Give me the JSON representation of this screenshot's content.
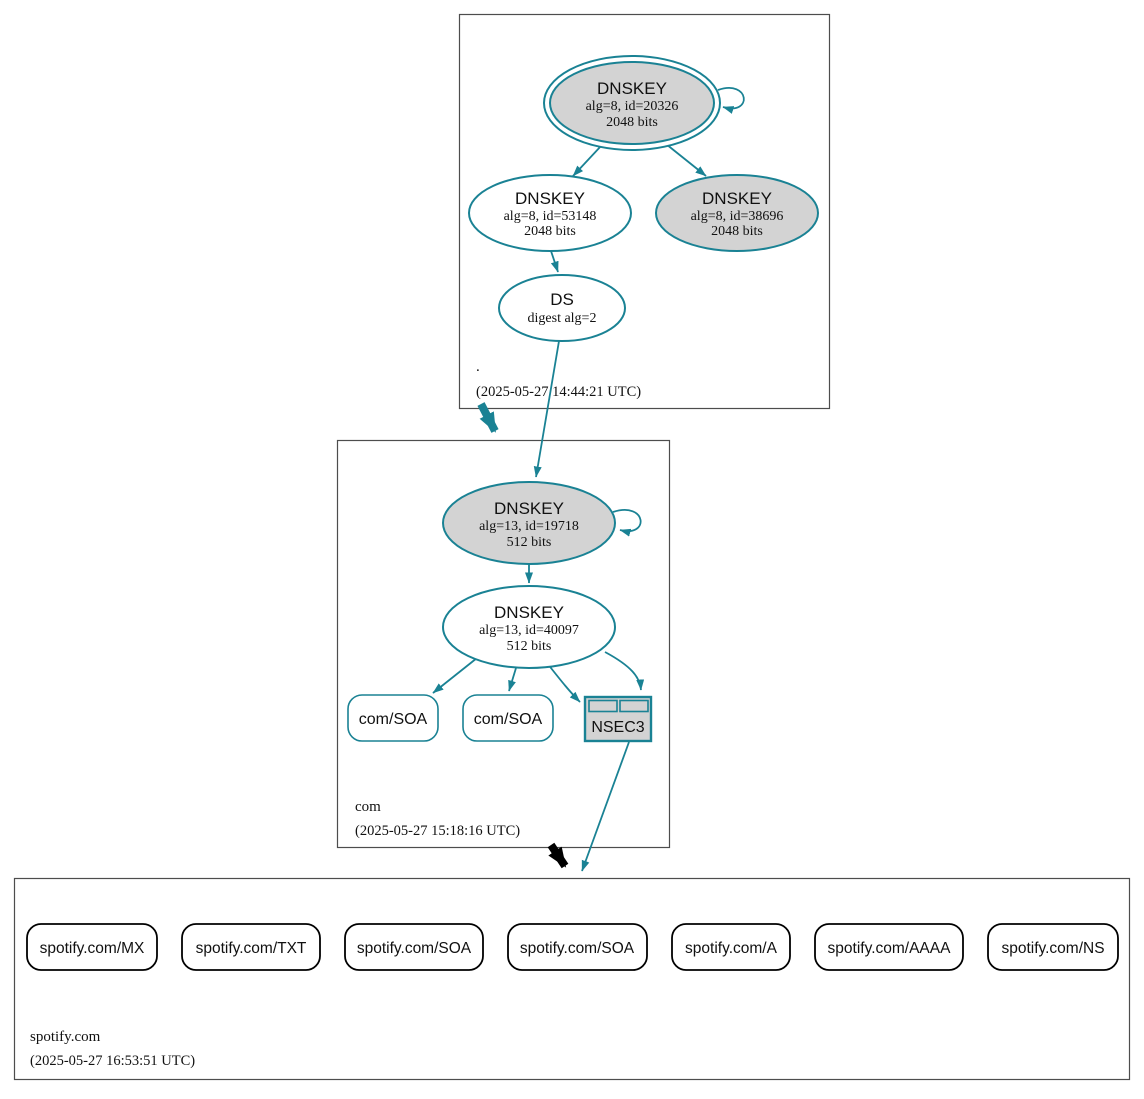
{
  "diagram": {
    "type": "dnssec-authentication-chain",
    "colors": {
      "secure_teal": "#1a8294",
      "insecure_black": "#000000",
      "node_fill_gray": "#d3d3d3",
      "node_fill_white": "#ffffff",
      "zone_box_border": "#4d4d4d"
    },
    "zones": [
      {
        "name": ".",
        "timestamp": "(2025-05-27 14:44:21 UTC)",
        "nodes": {
          "ksk": {
            "title": "DNSKEY",
            "detail1": "alg=8, id=20326",
            "detail2": "2048 bits"
          },
          "zsk": {
            "title": "DNSKEY",
            "detail1": "alg=8, id=53148",
            "detail2": "2048 bits"
          },
          "key3": {
            "title": "DNSKEY",
            "detail1": "alg=8, id=38696",
            "detail2": "2048 bits"
          },
          "ds": {
            "title": "DS",
            "detail1": "digest alg=2"
          }
        }
      },
      {
        "name": "com",
        "timestamp": "(2025-05-27 15:18:16 UTC)",
        "nodes": {
          "ksk": {
            "title": "DNSKEY",
            "detail1": "alg=13, id=19718",
            "detail2": "512 bits"
          },
          "zsk": {
            "title": "DNSKEY",
            "detail1": "alg=13, id=40097",
            "detail2": "512 bits"
          },
          "soa1": {
            "label": "com/SOA"
          },
          "soa2": {
            "label": "com/SOA"
          },
          "nsec3": {
            "label": "NSEC3"
          }
        }
      },
      {
        "name": "spotify.com",
        "timestamp": "(2025-05-27 16:53:51 UTC)",
        "rrsets": [
          "spotify.com/MX",
          "spotify.com/TXT",
          "spotify.com/SOA",
          "spotify.com/SOA",
          "spotify.com/A",
          "spotify.com/AAAA",
          "spotify.com/NS"
        ]
      }
    ]
  }
}
